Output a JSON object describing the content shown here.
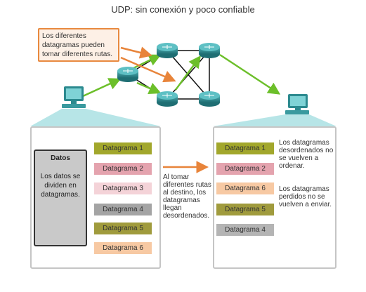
{
  "title": "UDP: sin conexión y poco confiable",
  "callout": "Los diferentes datagramas pueden tomar diferentes rutas.",
  "datos": {
    "title": "Datos",
    "text": "Los datos se dividen en datagramas."
  },
  "left_datagrams": [
    {
      "label": "Datagrama 1",
      "color": "#a2a72c"
    },
    {
      "label": "Datagrama 2",
      "color": "#e4a3ae"
    },
    {
      "label": "Datagrama 3",
      "color": "#f4d3d8"
    },
    {
      "label": "Datagrama 4",
      "color": "#a4a4a4"
    },
    {
      "label": "Datagrama 5",
      "color": "#a09b3d"
    },
    {
      "label": "Datagrama 6",
      "color": "#f7c9a3"
    }
  ],
  "middle_text": "Al tomar diferentes rutas al destino, los datagramas llegan desordenados.",
  "right_datagrams": [
    {
      "label": "Datagrama 1",
      "color": "#a2a72c"
    },
    {
      "label": "Datagrama 2",
      "color": "#e4a3ae"
    },
    {
      "label": "Datagrama 6",
      "color": "#f7c9a3"
    },
    {
      "label": "Datagrama 5",
      "color": "#a09b3d"
    },
    {
      "label": "Datagrama 4",
      "color": "#b4b4b4"
    }
  ],
  "note_disordered": "Los datagramas desordenados no se vuelven a ordenar.",
  "note_lost": "Los datagramas perdidos no se vuelven a enviar.",
  "colors": {
    "path_green": "#6cbf2a",
    "path_orange": "#e8843a",
    "router": "#2c8a8f",
    "link": "#111111"
  }
}
